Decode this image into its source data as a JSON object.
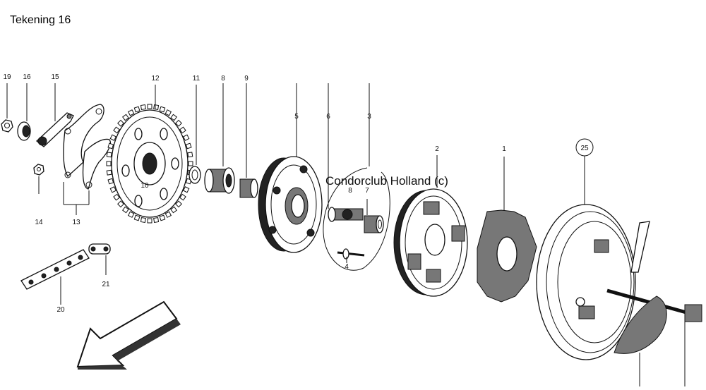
{
  "title": "Tekening 16",
  "watermark": "Condorclub Holland (c)",
  "callouts": [
    {
      "id": "c19",
      "text": "19"
    },
    {
      "id": "c16",
      "text": "16"
    },
    {
      "id": "c15",
      "text": "15"
    },
    {
      "id": "c12",
      "text": "12"
    },
    {
      "id": "c11",
      "text": "11"
    },
    {
      "id": "c8a",
      "text": "8"
    },
    {
      "id": "c9",
      "text": "9"
    },
    {
      "id": "c5",
      "text": "5"
    },
    {
      "id": "c6",
      "text": "6"
    },
    {
      "id": "c3",
      "text": "3"
    },
    {
      "id": "c2",
      "text": "2"
    },
    {
      "id": "c1",
      "text": "1"
    },
    {
      "id": "c25",
      "text": "25"
    },
    {
      "id": "c10",
      "text": "10"
    },
    {
      "id": "c8b",
      "text": "8"
    },
    {
      "id": "c7",
      "text": "7"
    },
    {
      "id": "c4",
      "text": "4"
    },
    {
      "id": "c14",
      "text": "14"
    },
    {
      "id": "c13",
      "text": "13"
    },
    {
      "id": "c21",
      "text": "21"
    },
    {
      "id": "c20",
      "text": "20"
    }
  ]
}
